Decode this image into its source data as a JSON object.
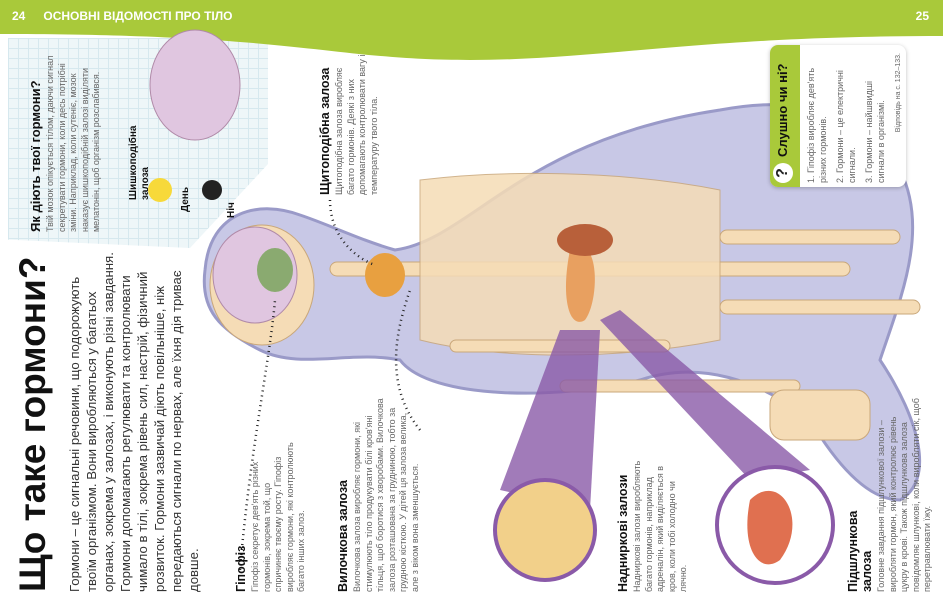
{
  "header": {
    "left_page": "24",
    "section": "ОСНОВНІ ВІДОМОСТІ ПРО ТІЛО",
    "right_page": "25"
  },
  "title": "Що таке гормони?",
  "intro": "Гормони – це сигнальні речовини, що подорожують твоїм організмом. Вони виробляються у багатьох органах, зокрема у залозах, і виконують різні завдання. Гормони допомагають регулювати та контролювати чимало в тілі, зокрема рівень сил, настрій, фізичний розвиток. Гормони зазвичай діють повільніше, ніж передаються сигнали по нервах, але їхня дія триває довше.",
  "how": {
    "heading": "Як діють твої гормони?",
    "text": "Твій мозок опікується тілом, даючи сигнал секретувати гормони, коли десь потрібні зміни. Наприклад, коли сутеніє, мозок наказує шишкоподібній залозі виділяти мелатонін, щоб організм розслабився.",
    "pineal_label": "Шишкоподібна залоза",
    "day": "День",
    "night": "Ніч"
  },
  "glands": [
    {
      "heading": "Гіпофіз",
      "text": "Гіпофіз секретує дев'ять різних гормонів, зокрема той, що спричиняє твоєму росту. Гіпофіз виробляє гормони, які контролюють багато інших залоз."
    },
    {
      "heading": "Вилочкова залоза",
      "text": "Вилочкова залоза виробляє гормони, які стимулюють тіло продукувати білі кров'яні тільця, щоб боротися з хворобами. Вилочкова залоза розташована за грудниною, тобто за грудною кісткою. У дітей ця залоза велика, але з віком вона зменшується."
    },
    {
      "heading": "Щитоподібна залоза",
      "text": "Щитоподібна залоза виробляє багато гормонів. Деякі з них допомагають контролювати вагу і температуру твого тіла."
    },
    {
      "heading": "Надниркові залози",
      "text": "Надниркові залози виробляють багато гормонів, наприклад адреналін, який виділяється в кров, коли тобі холодно чи лячно."
    },
    {
      "heading": "Підшлункова залоза",
      "text": "Головне завдання підшлункової залози – виробляти гормон, який контролює рівень цукру в крові. Також підшлункова залоза повідомляє шлункові, коли виробляти сік, щоб перетравлювати їжу."
    }
  ],
  "quiz": {
    "heading": "Слушно чи ні?",
    "items": [
      "1. Гіпофіз виробляє дев'ять різних гормонів.",
      "2. Гормони – це електричні сигнали.",
      "3. Гормони – найшвидші сигнали в організмі."
    ],
    "answer": "Відповідь на с. 132–133."
  },
  "colors": {
    "header_green": "#a9c93a",
    "body": "#c8c8e6",
    "bone": "#f5dcb6",
    "purple": "#8a5aa8"
  }
}
